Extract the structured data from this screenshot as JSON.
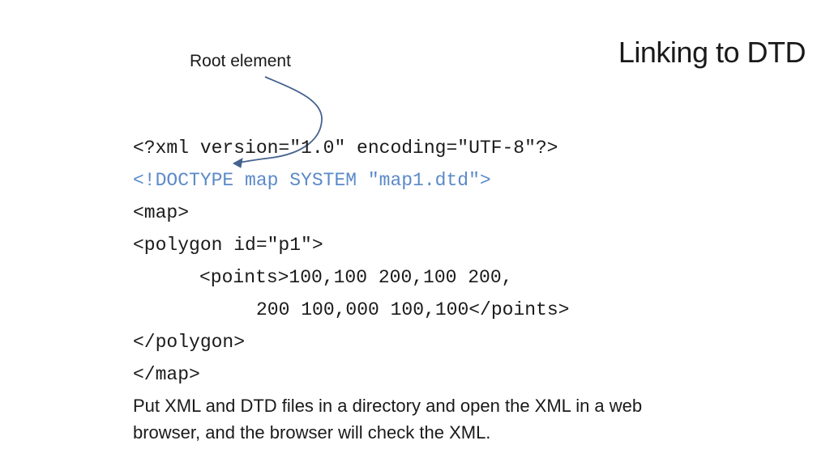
{
  "slide": {
    "title": "Linking to DTD",
    "annotation": "Root element",
    "code_lines": [
      "<?xml version=\"1.0\" encoding=\"UTF-8\"?>",
      "<!DOCTYPE map SYSTEM \"map1.dtd\">",
      "<map>",
      "<polygon id=\"p1\">",
      "<points>100,100 200,100 200,",
      "200 100,000 100,100</points>",
      "</polygon>",
      "</map>"
    ],
    "note": "Put XML and DTD files in a directory and open the XML in a web browser, and the browser will check the XML.",
    "colors": {
      "text": "#1a1a1a",
      "doctype_highlight": "#5b8ac8",
      "arrow": "#44638e"
    },
    "icons": {
      "annotation_arrow": "curved-arrow-icon"
    }
  }
}
